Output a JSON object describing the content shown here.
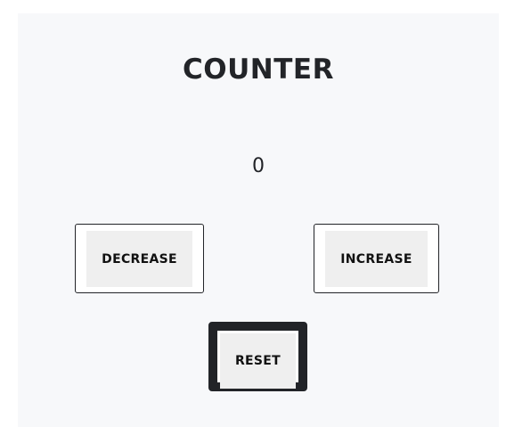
{
  "counter": {
    "title": "COUNTER",
    "value": "0"
  },
  "buttons": {
    "decrease_label": "DECREASE",
    "increase_label": "INCREASE",
    "reset_label": "RESET"
  },
  "colors": {
    "panel_background": "#f7f8fa",
    "text": "#222428",
    "button_fill": "#efefef",
    "reset_border": "#222428"
  }
}
